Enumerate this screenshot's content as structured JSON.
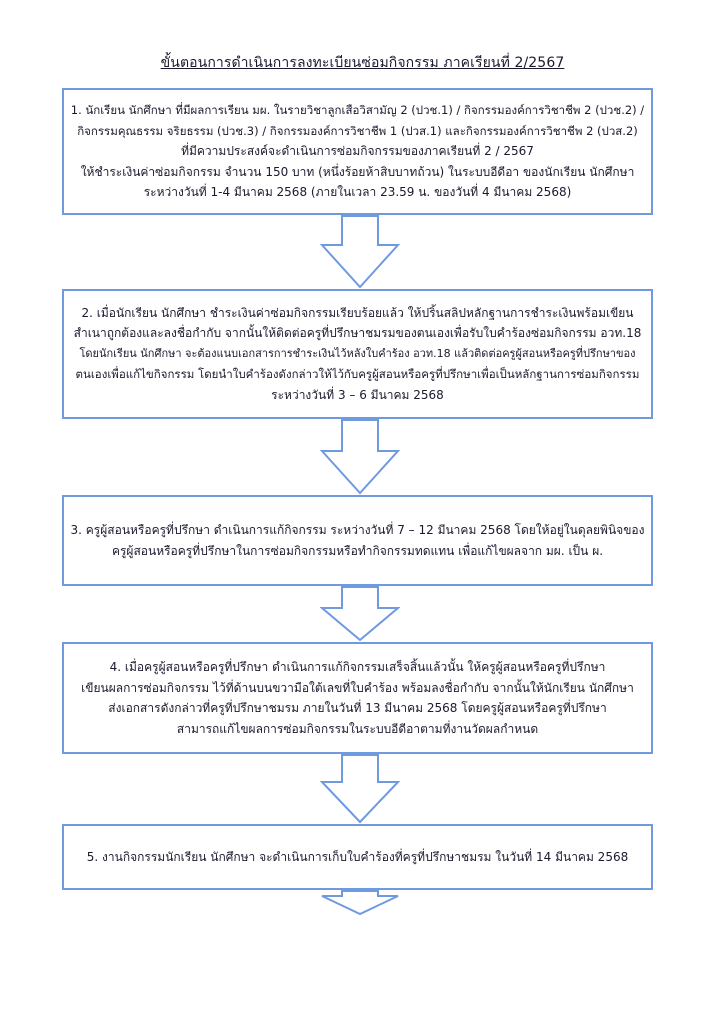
{
  "title": "ขั้นตอนการดำเนินการลงทะเบียนซ่อมกิจกรรม ภาคเรียนที่ 2/2567",
  "steps": [
    {
      "lines": [
        "1. นักเรียน นักศึกษา ที่มีผลการเรียน มผ. ในรายวิชาลูกเสือวิสามัญ 2 (ปวช.1) / กิจกรรมองค์การวิชาชีพ 2 (ปวช.2) /",
        "กิจกรรมคุณธรรม จริยธรรม (ปวช.3) / กิจกรรมองค์การวิชาชีพ 1 (ปวส.1) และกิจกรรมองค์การวิชาชีพ 2 (ปวส.2)",
        "ที่มีความประสงค์จะดำเนินการซ่อมกิจกรรมของภาคเรียนที่ 2 / 2567",
        "ให้ชำระเงินค่าซ่อมกิจกรรม จำนวน 150 บาท (หนึ่งร้อยห้าสิบบาทถ้วน) ในระบบอีดีอา ของนักเรียน นักศึกษา",
        "ระหว่างวันที่ 1-4 มีนาคม 2568 (ภายในเวลา 23.59 น. ของวันที่ 4 มีนาคม 2568)"
      ]
    },
    {
      "lines": [
        "2. เมื่อนักเรียน นักศึกษา ชำระเงินค่าซ่อมกิจกรรมเรียบร้อยแล้ว ให้ปริ้นสลิปหลักฐานการชำระเงินพร้อมเขียน",
        "สำเนาถูกต้องและลงชื่อกำกับ จากนั้นให้ติดต่อครูที่ปรึกษาชมรมของตนเองเพื่อรับใบคำร้องซ่อมกิจกรรม อวท.18",
        "โดยนักเรียน นักศึกษา จะต้องแนบเอกสารการชำระเงินไว้หลังใบคำร้อง อวท.18 แล้วติดต่อครูผู้สอนหรือครูที่ปรึกษาของ",
        "ตนเองเพื่อแก้ไขกิจกรรม โดยนำใบคำร้องดังกล่าวให้ไว้กับครูผู้สอนหรือครูที่ปรึกษาเพื่อเป็นหลักฐานการซ่อมกิจกรรม",
        "ระหว่างวันที่ 3 – 6 มีนาคม 2568"
      ]
    },
    {
      "lines": [
        "3. ครูผู้สอนหรือครูที่ปรึกษา ดำเนินการแก้กิจกรรม ระหว่างวันที่ 7 – 12 มีนาคม 2568 โดยให้อยู่ในดุลยพินิจของ",
        "ครูผู้สอนหรือครูที่ปรึกษาในการซ่อมกิจกรรมหรือทำกิจกรรมทดแทน เพื่อแก้ไขผลจาก มผ. เป็น ผ."
      ]
    },
    {
      "lines": [
        "4. เมื่อครูผู้สอนหรือครูที่ปรึกษา ดำเนินการแก้กิจกรรมเสร็จสิ้นแล้วนั้น ให้ครูผู้สอนหรือครูที่ปรึกษา",
        "เขียนผลการซ่อมกิจกรรม ไว้ที่ด้านบนขวามือใต้เลขที่ใบคำร้อง พร้อมลงชื่อกำกับ จากนั้นให้นักเรียน นักศึกษา",
        "ส่งเอกสารดังกล่าวที่ครูที่ปรึกษาชมรม ภายในวันที่ 13 มีนาคม 2568 โดยครูผู้สอนหรือครูที่ปรึกษา",
        "สามารถแก้ไขผลการซ่อมกิจกรรมในระบบอีดีอาตามที่งานวัดผลกำหนด"
      ]
    },
    {
      "lines": [
        "5. งานกิจกรรมนักเรียน นักศึกษา จะดำเนินการเก็บใบคำร้องที่ครูที่ปรึกษาชมรม ในวันที่ 14 มีนาคม 2568"
      ]
    }
  ],
  "colors": {
    "border": "#6f9ae0",
    "arrow": "#6f9ae0",
    "text": "#1a1a2e"
  }
}
